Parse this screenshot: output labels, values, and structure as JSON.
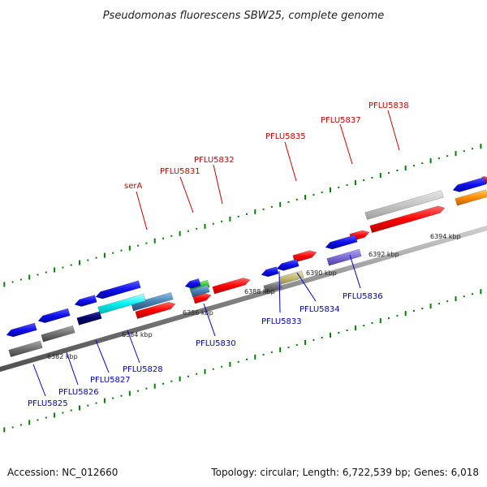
{
  "title": "Pseudomonas fluorescens SBW25, complete genome",
  "footer": {
    "accession": "Accession: NC_012660",
    "summary": "Topology: circular; Length: 6,722,539 bp; Genes: 6,018"
  },
  "scale_labels": [
    {
      "text": "6382 kbp"
    },
    {
      "text": "6384 kbp"
    },
    {
      "text": "6386 kbp"
    },
    {
      "text": "6388 kbp"
    },
    {
      "text": "6390 kbp"
    },
    {
      "text": "6392 kbp"
    },
    {
      "text": "6394 kbp"
    }
  ],
  "gene_labels_top": [
    {
      "text": "serA"
    },
    {
      "text": "PFLU5831"
    },
    {
      "text": "PFLU5832"
    },
    {
      "text": "PFLU5835"
    },
    {
      "text": "PFLU5837"
    },
    {
      "text": "PFLU5838"
    }
  ],
  "gene_labels_bottom": [
    {
      "text": "PFLU5825"
    },
    {
      "text": "PFLU5826"
    },
    {
      "text": "PFLU5827"
    },
    {
      "text": "PFLU5828"
    },
    {
      "text": "PFLU5830"
    },
    {
      "text": "PFLU5833"
    },
    {
      "text": "PFLU5834"
    },
    {
      "text": "PFLU5836"
    }
  ],
  "colors": {
    "forward_cds": "#ff0000",
    "reverse_cds": "#0000ff",
    "backbone": "#888888",
    "ticks": "#008000",
    "label_forward": "#cc0000",
    "label_reverse": "#0000cc"
  }
}
